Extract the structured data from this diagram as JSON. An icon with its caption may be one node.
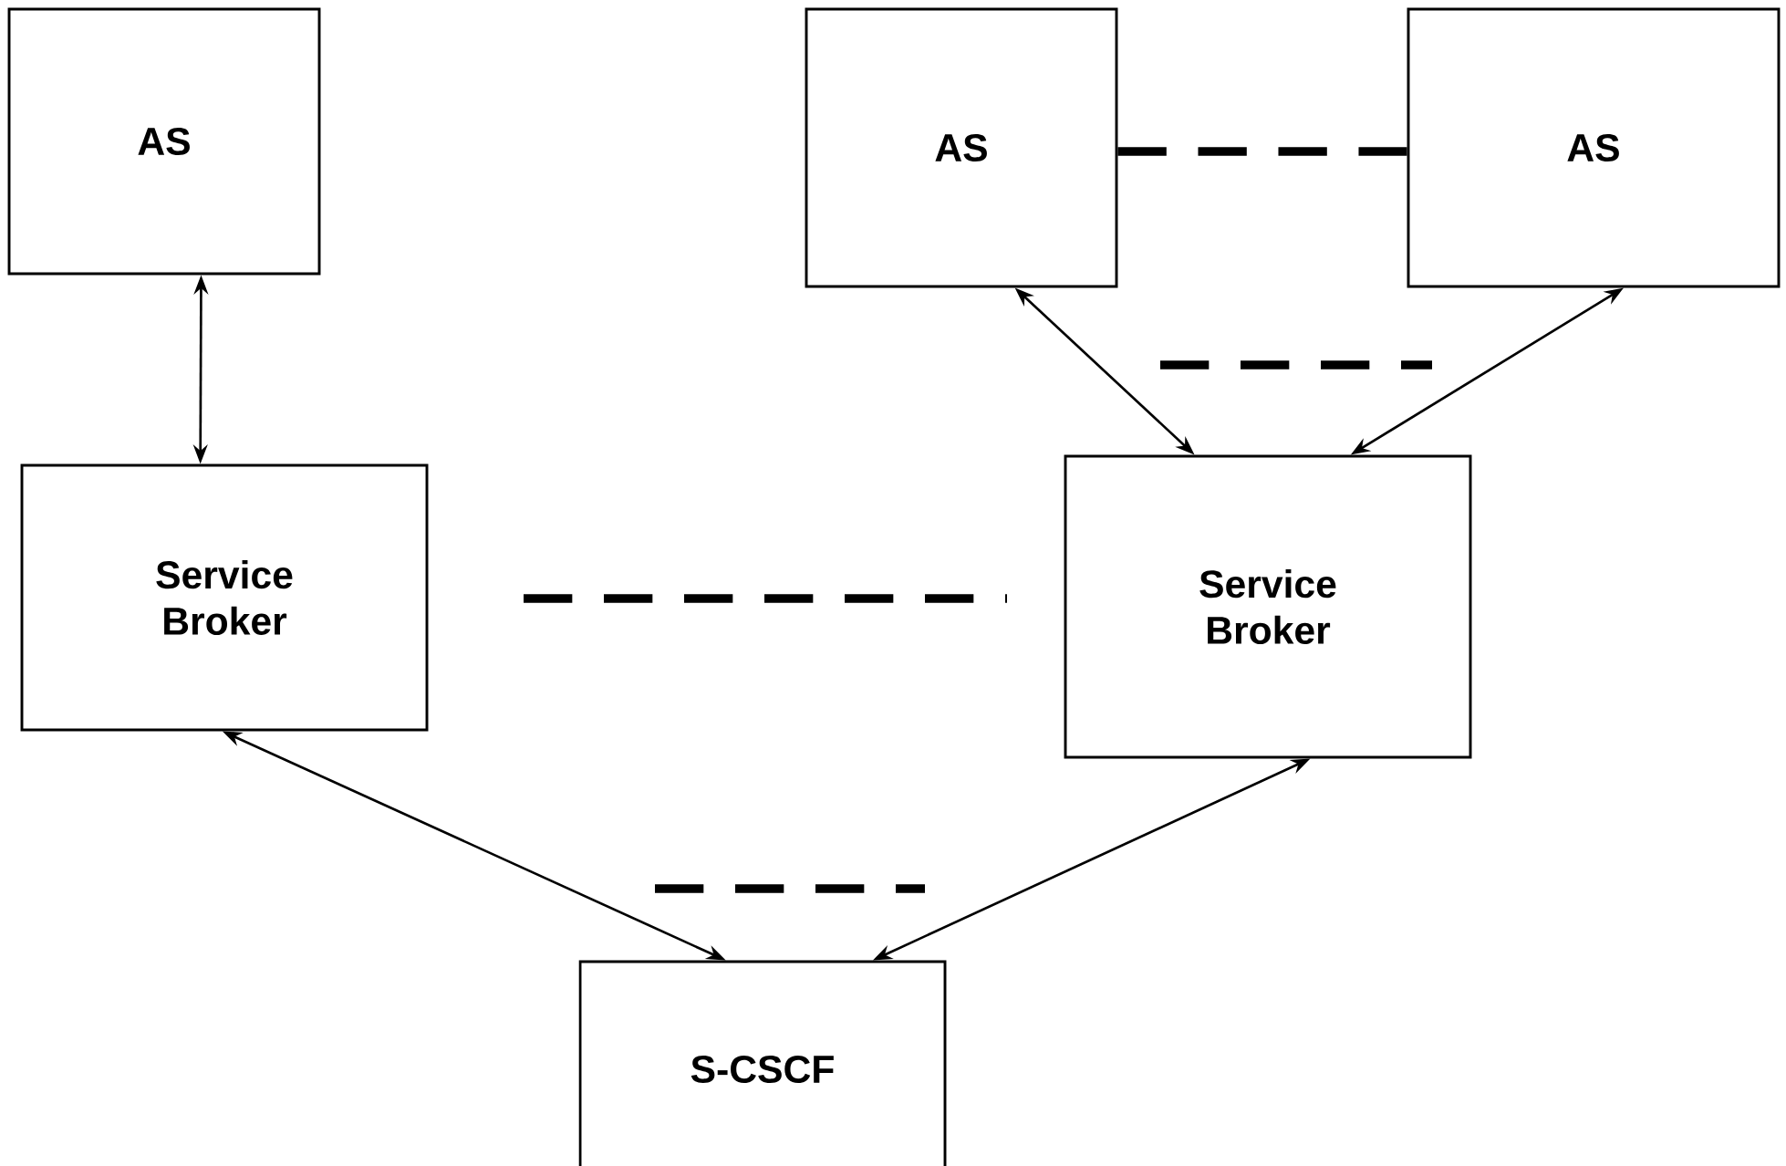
{
  "diagram": {
    "nodes": [
      {
        "text": [
          "AS"
        ]
      },
      {
        "text": [
          "AS"
        ]
      },
      {
        "text": [
          "AS"
        ]
      },
      {
        "text": [
          "Service Broker"
        ]
      },
      {
        "text": [
          "Service Broker"
        ]
      },
      {
        "text": [
          "S-CSCF"
        ]
      }
    ],
    "edges": [
      {
        "from": 0,
        "to": 3,
        "arrow": "both"
      },
      {
        "from": 1,
        "to": 2,
        "arrow": "none",
        "style": "dashed"
      },
      {
        "from": 1,
        "to": 4,
        "arrow": "both"
      },
      {
        "from": 2,
        "to": 4,
        "arrow": "both"
      },
      {
        "from": 3,
        "to": 5,
        "arrow": "both"
      },
      {
        "from": 4,
        "to": 5,
        "arrow": "both"
      }
    ]
  }
}
